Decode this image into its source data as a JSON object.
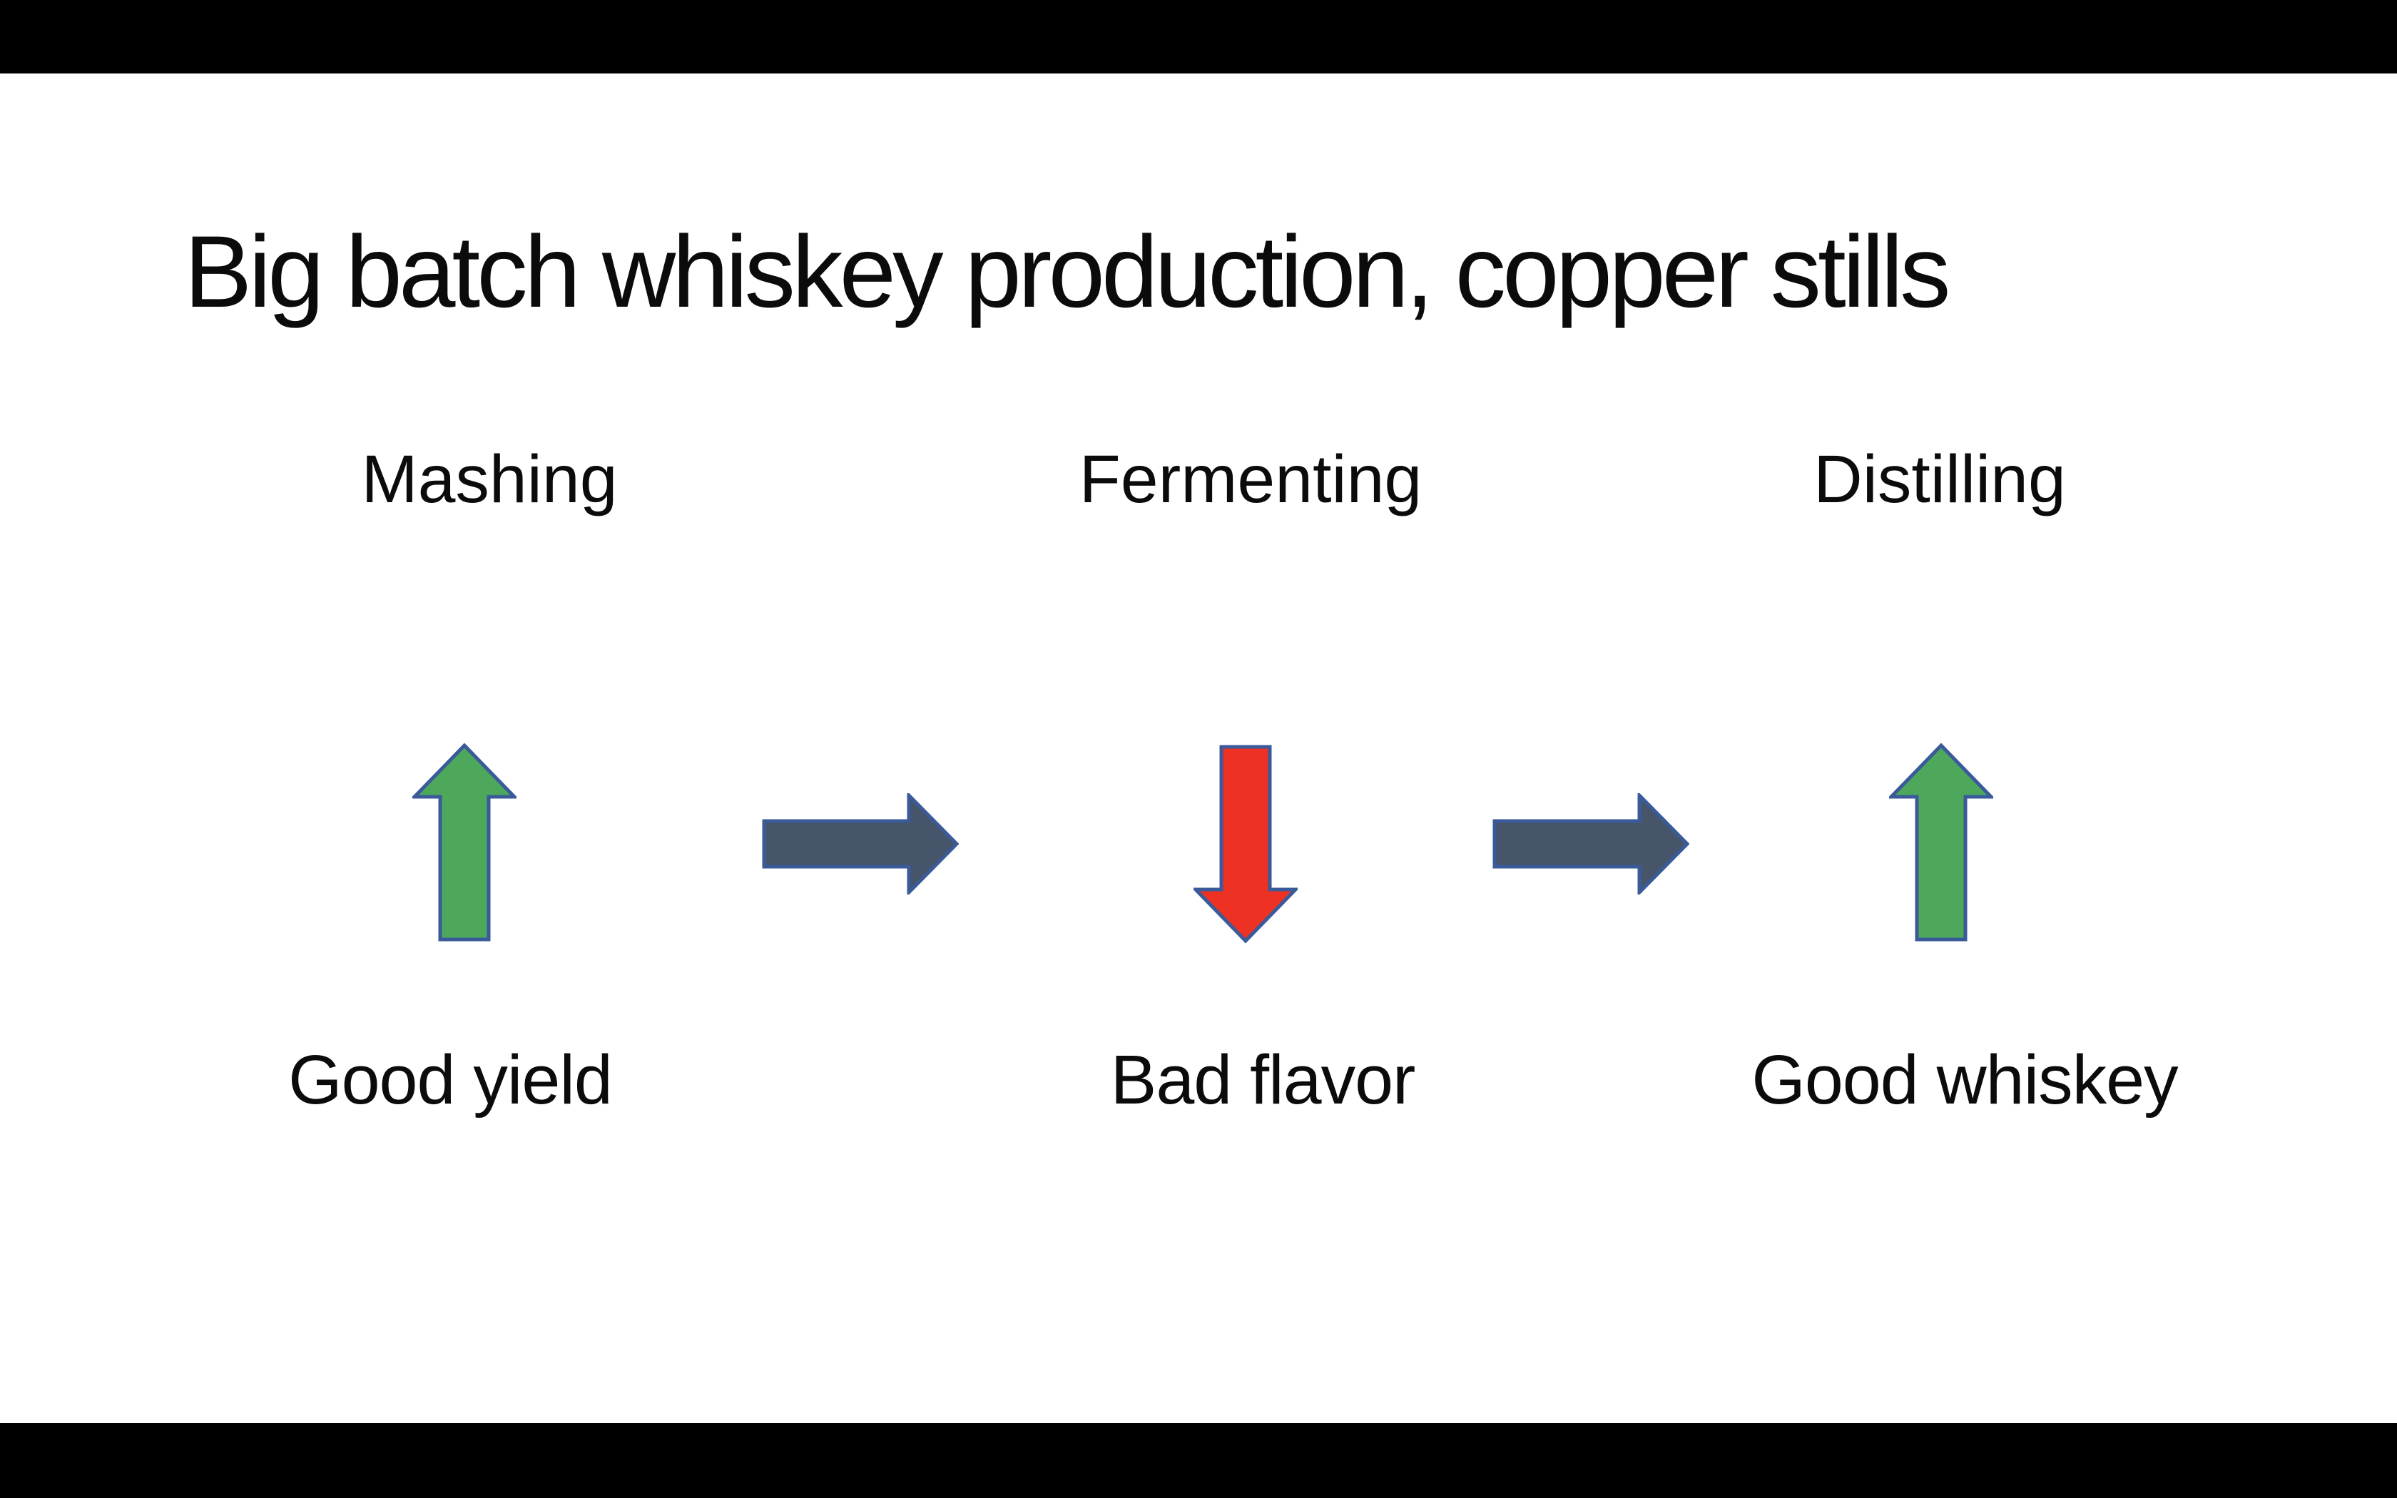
{
  "slide": {
    "title": "Big batch whiskey production, copper stills",
    "stages": [
      {
        "label": "Mashing",
        "indicator": "up-arrow",
        "meaning": "increase",
        "outcome": "Good yield"
      },
      {
        "label": "Fermenting",
        "indicator": "down-arrow",
        "meaning": "decrease",
        "outcome": "Bad flavor"
      },
      {
        "label": "Distilling",
        "indicator": "up-arrow",
        "meaning": "increase",
        "outcome": "Good whiskey"
      }
    ],
    "connectors": [
      {
        "from": "Mashing",
        "to": "Fermenting",
        "shape": "right-arrow"
      },
      {
        "from": "Fermenting",
        "to": "Distilling",
        "shape": "right-arrow"
      }
    ],
    "colors": {
      "positive_arrow_fill": "#4DA85C",
      "negative_arrow_fill": "#ED3224",
      "connector_arrow_fill": "#47556B",
      "arrow_outline": "#3A5A9A",
      "slide_background": "#FFFFFF",
      "letterbox": "#000000",
      "text": "#0B0B0B"
    }
  }
}
